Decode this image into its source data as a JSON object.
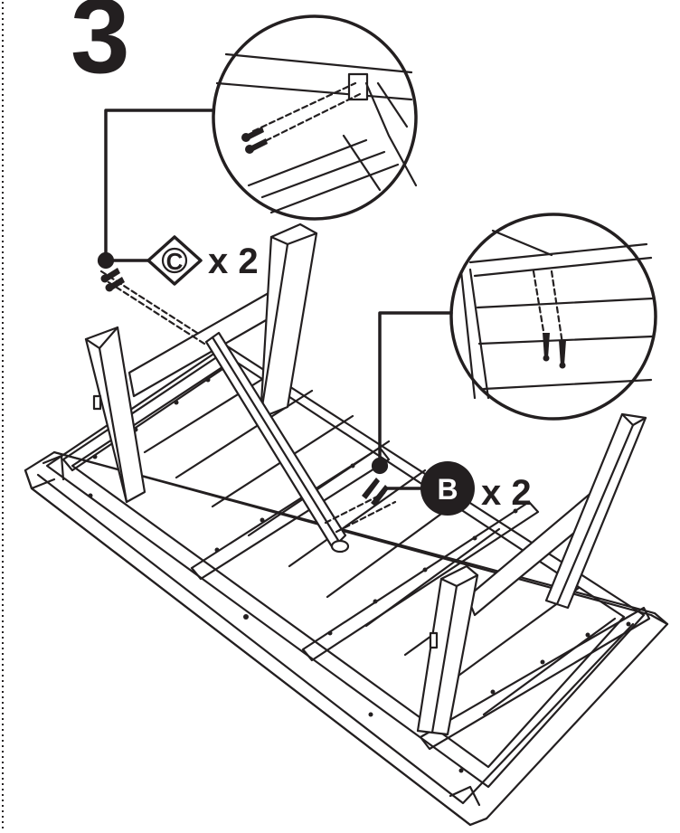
{
  "step": {
    "number": "3"
  },
  "callouts": [
    {
      "part_letter": "C",
      "marker_shape": "diamond",
      "quantity_text": "x 2"
    },
    {
      "part_letter": "B",
      "marker_shape": "circle",
      "quantity_text": "x 2"
    }
  ],
  "colors": {
    "ink": "#231f20",
    "paper": "#ffffff"
  },
  "icons": [
    "hex-bolt-icon",
    "dowel-screw-icon"
  ]
}
